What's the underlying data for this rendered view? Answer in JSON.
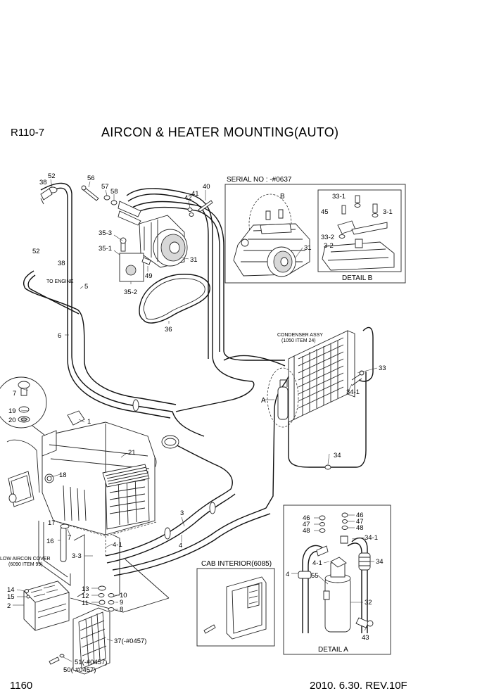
{
  "header": {
    "model": "R110-7",
    "title": "AIRCON & HEATER MOUNTING(AUTO)"
  },
  "footer": {
    "page_number": "1160",
    "revision": "2010. 6.30.  REV.10F"
  },
  "boxes": {
    "serial_box": {
      "title": "SERIAL NO : -#0637",
      "detail_b": "DETAIL B",
      "marker_b": "B"
    },
    "detail_a": {
      "caption": "DETAIL A",
      "marker_a": "A"
    },
    "cab_interior": {
      "title": "CAB INTERIOR(6085)"
    }
  },
  "annotations": {
    "to_engine": "TO ENGINE",
    "condenser_line1": "CONDENSER ASSY",
    "condenser_line2": "(1050 ITEM 24)",
    "low_cover_line1": "LOW AIRCON COVER",
    "low_cover_line2": "(6090 ITEM 99)"
  },
  "callouts": {
    "c52a": "52",
    "c38a": "38",
    "c56": "56",
    "c57": "57",
    "c58": "58",
    "c42": "42",
    "c41": "41",
    "c40": "40",
    "c35_3": "35-3",
    "c35_1": "35-1",
    "c35_2": "35-2",
    "c49": "49",
    "c31": "31",
    "c52b": "52",
    "c38b": "38",
    "c5": "5",
    "c36": "36",
    "c6": "6",
    "b31": "31",
    "b33_1": "33-1",
    "b45": "45",
    "b3_1": "3-1",
    "b33_2": "33-2",
    "b3_2": "3-2",
    "c33": "33",
    "c34_1": "34-1",
    "c34": "34",
    "c7a": "7",
    "c19": "19",
    "c20": "20",
    "c1": "1",
    "c21": "21",
    "c18": "18",
    "c3": "3",
    "c4": "4",
    "c16": "16",
    "c17": "17",
    "c7b": "7",
    "c4_1": "4-1",
    "c3_3": "3-3",
    "c14": "14",
    "c15": "15",
    "c2": "2",
    "c13": "13",
    "c12": "12",
    "c11": "11",
    "c10": "10",
    "c9": "9",
    "c8": "8",
    "c37": "37(-#0457)",
    "c51": "51(-#0457)",
    "c50": "50(-#0457)",
    "a46a": "46",
    "a47a": "47",
    "a48a": "48",
    "a46b": "46",
    "a47b": "47",
    "a48b": "48",
    "a34_1": "34-1",
    "a34": "34",
    "a4_1": "4-1",
    "a4": "4",
    "a55": "55",
    "a32": "32",
    "a43": "43"
  }
}
